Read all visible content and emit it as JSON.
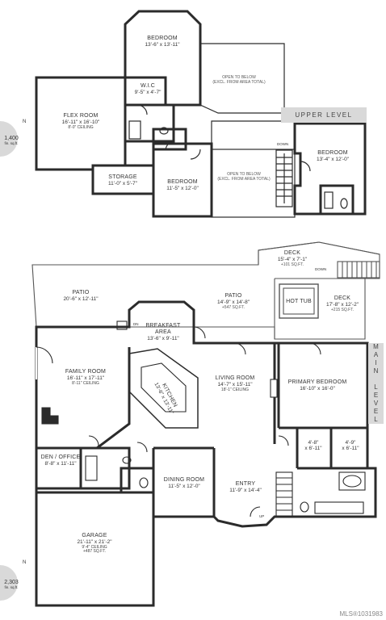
{
  "levels": {
    "upper": {
      "tag": "UPPER LEVEL",
      "area": "1,400",
      "area_unit": "fin. sq.ft.",
      "north": "N"
    },
    "main": {
      "tag": "MAIN LEVEL",
      "area": "2,303",
      "area_unit": "fin. sq.ft.",
      "north": "N"
    }
  },
  "upper_rooms": {
    "bedroom1": {
      "name": "BEDROOM",
      "dim": "13'-6\" x 13'-11\""
    },
    "wic": {
      "name": "W.I.C",
      "dim": "9'-5\" x 4'-7\""
    },
    "flex": {
      "name": "FLEX ROOM",
      "dim": "16'-11\" x 16'-10\"",
      "note": "8'-0\" CEILING"
    },
    "open1": {
      "name": "OPEN TO BELOW",
      "note": "(EXCL. FROM AREA TOTAL)"
    },
    "bedroom2": {
      "name": "BEDROOM",
      "dim": "11'-5\" x 12'-0\""
    },
    "open2": {
      "name": "OPEN TO BELOW",
      "note": "(EXCL. FROM AREA TOTAL)"
    },
    "bedroom3": {
      "name": "BEDROOM",
      "dim": "13'-4\" x 12'-0\""
    },
    "storage": {
      "name": "STORAGE",
      "dim": "11'-0\" x 5'-7\""
    },
    "down": {
      "name": "DOWN"
    }
  },
  "main_rooms": {
    "deck1": {
      "name": "DECK",
      "dim": "15'-4\" x 7'-1\"",
      "note": "+101 SQ.FT."
    },
    "deck_down": {
      "name": "DOWN"
    },
    "patio1": {
      "name": "PATIO",
      "dim": "20'-6\" x 12'-11\""
    },
    "patio2": {
      "name": "PATIO",
      "dim": "14'-9\" x 14'-8\"",
      "note": "+547 SQ.FT."
    },
    "hottub": {
      "name": "HOT TUB"
    },
    "deck2": {
      "name": "DECK",
      "dim": "17'-8\" x 12'-2\"",
      "note": "+215 SQ.FT."
    },
    "breakfast": {
      "name": "BREAKFAST",
      "name2": "AREA",
      "dim": "13'-6\" x 9'-11\""
    },
    "dn": {
      "name": "DN"
    },
    "family": {
      "name": "FAMILY ROOM",
      "dim": "16'-11\" x 17'-11\"",
      "note": "8'-11\" CEILING"
    },
    "kitchen": {
      "name": "KITCHEN",
      "dim": "13'-6\" x 13'-11\""
    },
    "living": {
      "name": "LIVING ROOM",
      "dim": "14'-7\" x 15'-11\"",
      "note": "18'-1\" CEILING"
    },
    "primary": {
      "name": "PRIMARY BEDROOM",
      "dim": "16'-10\" x 16'-0\""
    },
    "closet1": {
      "dim": "4'-8\"",
      "dim2": "x 6'-11\""
    },
    "closet2": {
      "dim": "4'-9\"",
      "dim2": "x 6'-11\""
    },
    "den": {
      "name": "DEN / OFFICE",
      "dim": "8'-8\" x 11'-11\""
    },
    "dining": {
      "name": "DINING ROOM",
      "dim": "11'-5\" x 12'-0\""
    },
    "entry": {
      "name": "ENTRY",
      "dim": "11'-9\" x 14'-4\""
    },
    "up": {
      "name": "UP"
    },
    "garage": {
      "name": "GARAGE",
      "dim": "21'-11\" x 21'-2\"",
      "note": "9'-4\" CEILING",
      "note2": "+487 SQ.FT."
    }
  },
  "footer": {
    "mls": "MLS®1031983"
  }
}
